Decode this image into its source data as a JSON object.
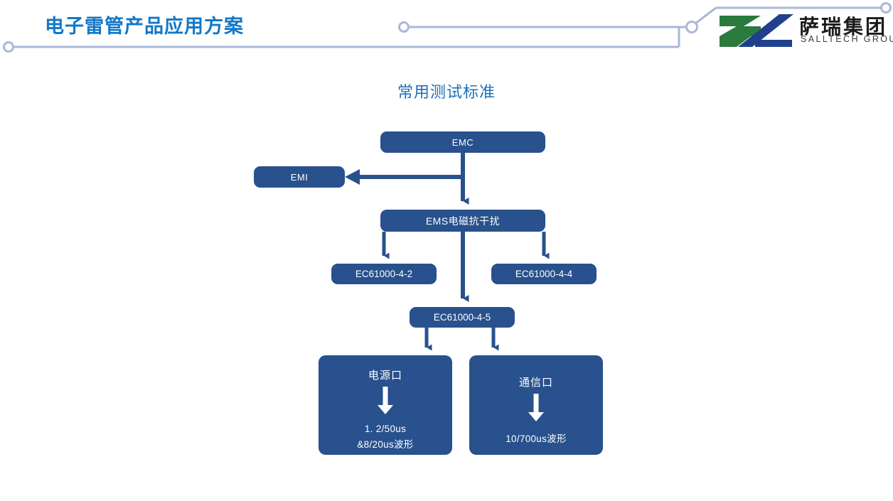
{
  "header": {
    "title": "电子雷管产品应用方案",
    "accent_color": "#1277C7",
    "line_color": "#A9B8D8",
    "logo": {
      "name_cn": "萨瑞集团",
      "name_en": "SALLTECH GROUP",
      "mark_green": "#2B7A3E",
      "mark_blue": "#20408C"
    }
  },
  "slide": {
    "title": "常用测试标准",
    "title_color": "#1E6FB8",
    "node_color": "#28518D",
    "node_text_color": "#FFFFFF"
  },
  "chart_data": {
    "type": "diagram",
    "title": "常用测试标准",
    "nodes": [
      {
        "id": "emc",
        "label": "EMC"
      },
      {
        "id": "emi",
        "label": "EMI"
      },
      {
        "id": "ems",
        "label": "EMS电磁抗干扰"
      },
      {
        "id": "ec442",
        "label": "EC61000-4-2"
      },
      {
        "id": "ec444",
        "label": "EC61000-4-4"
      },
      {
        "id": "ec445",
        "label": "EC61000-4-5"
      },
      {
        "id": "power",
        "label": "电源口",
        "detail": "1. 2/50us\n&8/20us波形"
      },
      {
        "id": "comm",
        "label": "通信口",
        "detail": "10/700us波形"
      }
    ],
    "edges": [
      {
        "from": "emc",
        "to": "emi",
        "style": "elbow-left-arrow"
      },
      {
        "from": "emc",
        "to": "ems",
        "style": "down-arrow"
      },
      {
        "from": "ems",
        "to": "ec442",
        "style": "down-arrow"
      },
      {
        "from": "ems",
        "to": "ec444",
        "style": "down-arrow"
      },
      {
        "from": "ems",
        "to": "ec445",
        "style": "down-arrow"
      },
      {
        "from": "ec445",
        "to": "power",
        "style": "down-arrow"
      },
      {
        "from": "ec445",
        "to": "comm",
        "style": "down-arrow"
      }
    ]
  },
  "nodes": {
    "emc": {
      "label": "EMC"
    },
    "emi": {
      "label": "EMI"
    },
    "ems": {
      "label": "EMS电磁抗干扰"
    },
    "ec442": {
      "label": "EC61000-4-2"
    },
    "ec444": {
      "label": "EC61000-4-4"
    },
    "ec445": {
      "label": "EC61000-4-5"
    },
    "power": {
      "label": "电源口",
      "line1": "1. 2/50us",
      "line2": "&8/20us波形"
    },
    "comm": {
      "label": "通信口",
      "line1": "10/700us波形"
    }
  }
}
